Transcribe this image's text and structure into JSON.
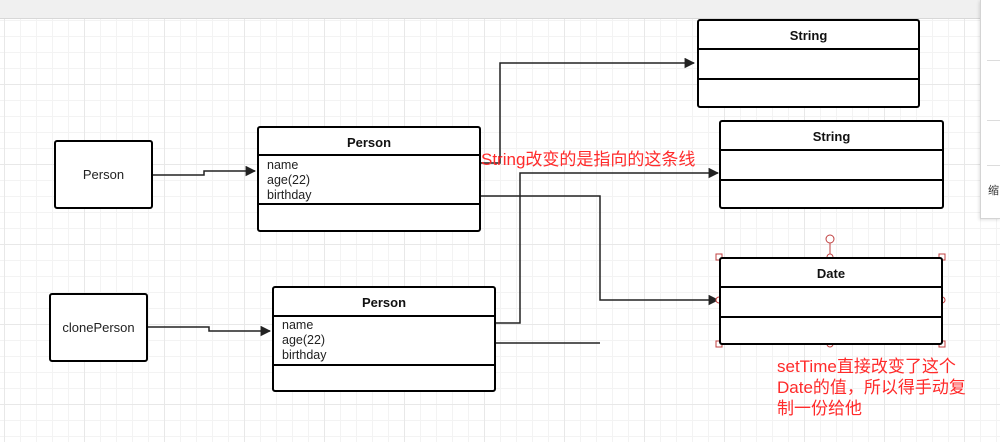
{
  "diagram": {
    "simple_nodes": [
      {
        "id": "person-ref",
        "label": "Person"
      },
      {
        "id": "cloneperson-ref",
        "label": "clonePerson"
      }
    ],
    "class_boxes": {
      "person_top": {
        "title": "Person",
        "fields": [
          "name",
          "age(22)",
          "birthday"
        ]
      },
      "person_bottom": {
        "title": "Person",
        "fields": [
          "name",
          "age(22)",
          "birthday"
        ]
      },
      "string_top": {
        "title": "String"
      },
      "string_mid": {
        "title": "String"
      },
      "date": {
        "title": "Date"
      }
    },
    "annotations": {
      "string_note": "String改变的是指向的这条线",
      "date_note_lines": [
        "setTime直接改变了这个",
        "Date的值，所以得手动复",
        "制一份给他"
      ]
    }
  },
  "side_panel": {
    "text": "缩"
  },
  "colors": {
    "line": "#222222",
    "annotation": "#ff2a2a",
    "selection_handle": "#c04040"
  }
}
